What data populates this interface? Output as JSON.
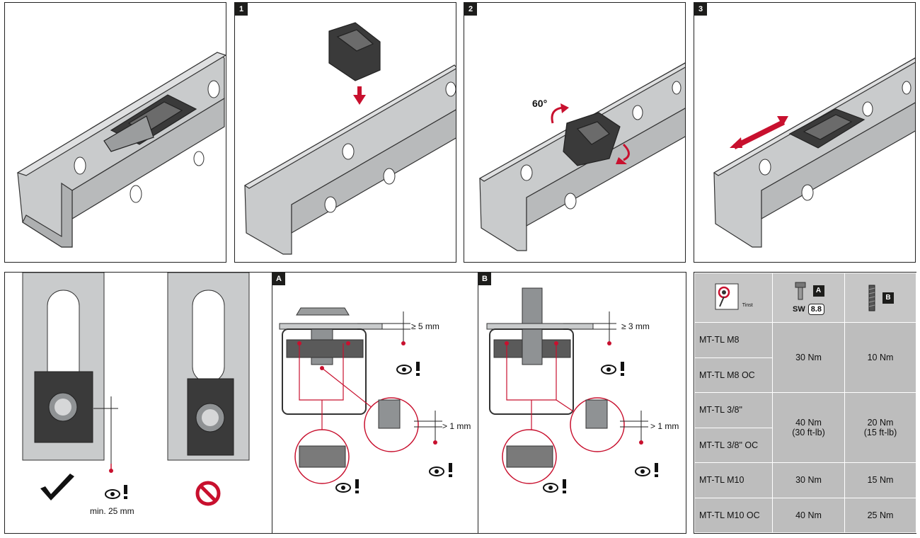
{
  "steps": [
    {
      "badge": ""
    },
    {
      "badge": "1"
    },
    {
      "badge": "2"
    },
    {
      "badge": "3"
    }
  ],
  "rotation_label": "60°",
  "bottom": {
    "min_distance": "min. 25 mm",
    "detail_a": {
      "badge": "A",
      "head_gap": "≥ 5 mm",
      "thread_protrusion": "> 1 mm"
    },
    "detail_b": {
      "badge": "B",
      "head_gap": "≥ 3 mm",
      "thread_protrusion": "> 1 mm"
    }
  },
  "table": {
    "header": {
      "icon_sub": "Tinst",
      "col_a_badge": "A",
      "col_a_sw": "SW",
      "col_a_grade": "8.8",
      "col_b_badge": "B"
    },
    "rows": [
      {
        "name": "MT-TL M8"
      },
      {
        "name": "MT-TL M8 OC"
      },
      {
        "name": "MT-TL 3/8\""
      },
      {
        "name": "MT-TL 3/8\" OC"
      },
      {
        "name": "MT-TL M10"
      },
      {
        "name": "MT-TL M10 OC"
      }
    ],
    "groups": [
      {
        "a": "30 Nm",
        "a2": "",
        "b": "10 Nm",
        "b2": ""
      },
      {
        "a": "40 Nm",
        "a2": "(30 ft-lb)",
        "b": "20 Nm",
        "b2": "(15 ft-lb)"
      },
      {
        "a": "30 Nm",
        "a2": "",
        "b": "15 Nm",
        "b2": ""
      },
      {
        "a": "40 Nm",
        "a2": "",
        "b": "25 Nm",
        "b2": ""
      }
    ]
  },
  "colors": {
    "accent": "#c8102e",
    "steel": "#c9cbcc",
    "steel_dark": "#8f9294",
    "clip": "#3a3a3a",
    "table_bg": "#bdbdbd"
  }
}
